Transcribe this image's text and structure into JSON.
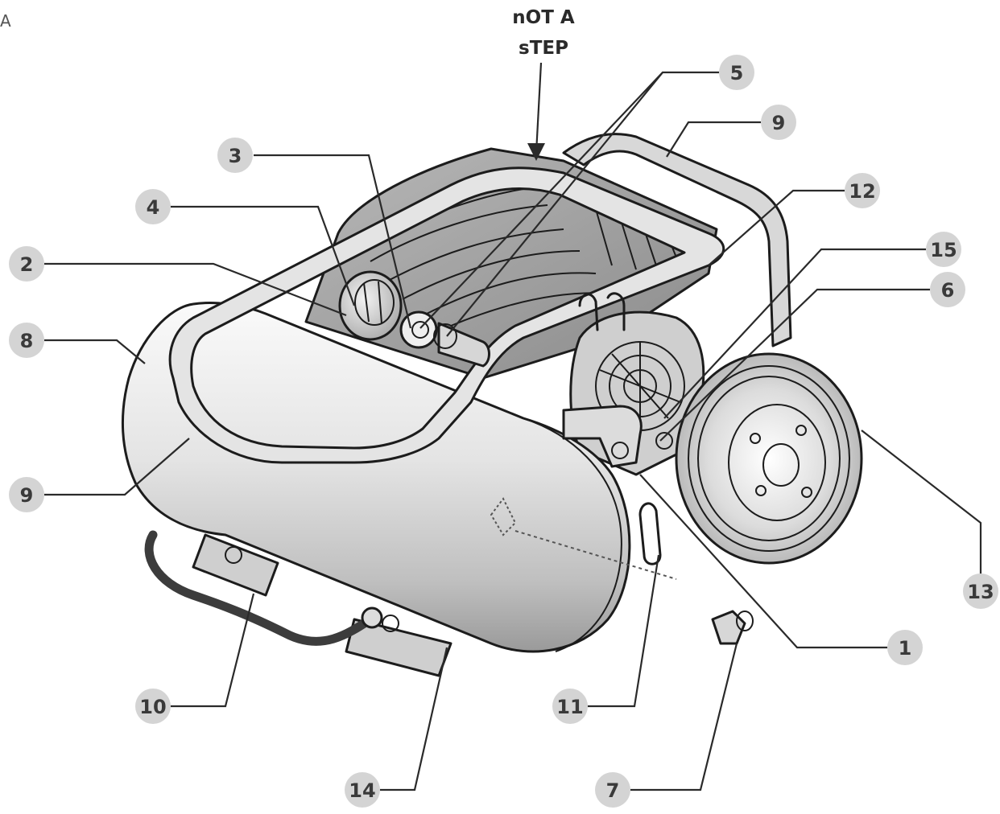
{
  "corner_letter": "A",
  "heading": {
    "line1": "nOT A",
    "line2": "sTEP"
  },
  "callouts": [
    "1",
    "2",
    "3",
    "4",
    "5",
    "6",
    "7",
    "8",
    "9",
    "9",
    "10",
    "11",
    "12",
    "13",
    "14",
    "15"
  ],
  "colors": {
    "callout_fill": "#d4d4d4",
    "callout_text": "#3a3a3a",
    "line": "#2a2a2a"
  }
}
